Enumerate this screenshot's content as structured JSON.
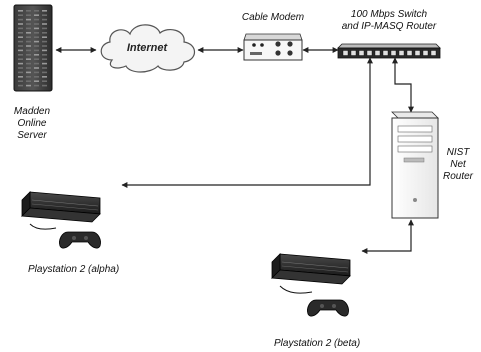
{
  "nodes": {
    "server": {
      "label_lines": [
        "Madden",
        "Online",
        "Server"
      ],
      "icon": "server-tower-icon"
    },
    "internet": {
      "label": "Internet",
      "icon": "cloud-icon"
    },
    "modem": {
      "label": "Cable Modem",
      "icon": "cable-modem-icon"
    },
    "switch": {
      "label_lines": [
        "100 Mbps Switch",
        "and IP-MASQ Router"
      ],
      "icon": "network-switch-icon"
    },
    "nist": {
      "label_lines": [
        "NIST",
        "Net",
        "Router"
      ],
      "icon": "pc-tower-icon"
    },
    "ps2_alpha": {
      "label": "Playstation 2 (alpha)",
      "icon": "playstation-console-icon"
    },
    "ps2_beta": {
      "label": "Playstation 2 (beta)",
      "icon": "playstation-console-icon"
    }
  },
  "connections": [
    {
      "from": "server",
      "to": "internet",
      "style": "bidirectional"
    },
    {
      "from": "internet",
      "to": "modem",
      "style": "bidirectional"
    },
    {
      "from": "modem",
      "to": "switch",
      "style": "bidirectional"
    },
    {
      "from": "switch",
      "to": "nist",
      "style": "bidirectional"
    },
    {
      "from": "switch",
      "to": "ps2_alpha",
      "style": "bidirectional"
    },
    {
      "from": "nist",
      "to": "ps2_beta",
      "style": "bidirectional"
    }
  ],
  "colors": {
    "line": "#222222",
    "device_dark": "#2a2a2a",
    "device_light": "#f2f2f2"
  }
}
